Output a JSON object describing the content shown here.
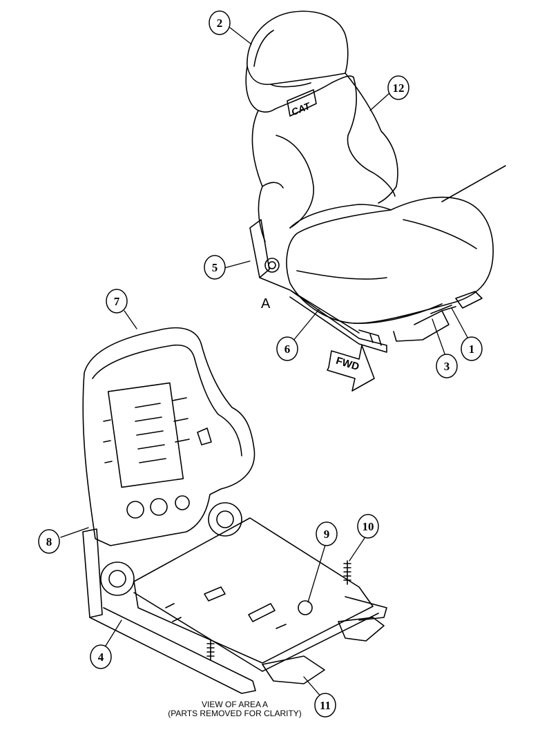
{
  "callouts": [
    {
      "label": "1"
    },
    {
      "label": "2"
    },
    {
      "label": "3"
    },
    {
      "label": "4"
    },
    {
      "label": "5"
    },
    {
      "label": "6"
    },
    {
      "label": "7"
    },
    {
      "label": "8"
    },
    {
      "label": "9"
    },
    {
      "label": "10"
    },
    {
      "label": "11"
    },
    {
      "label": "12"
    }
  ],
  "area_label": "A",
  "fwd_label": "FWD",
  "logo_text": "CAT",
  "caption": {
    "line1": "VIEW OF AREA A",
    "line2": "(PARTS REMOVED FOR CLARITY)"
  }
}
